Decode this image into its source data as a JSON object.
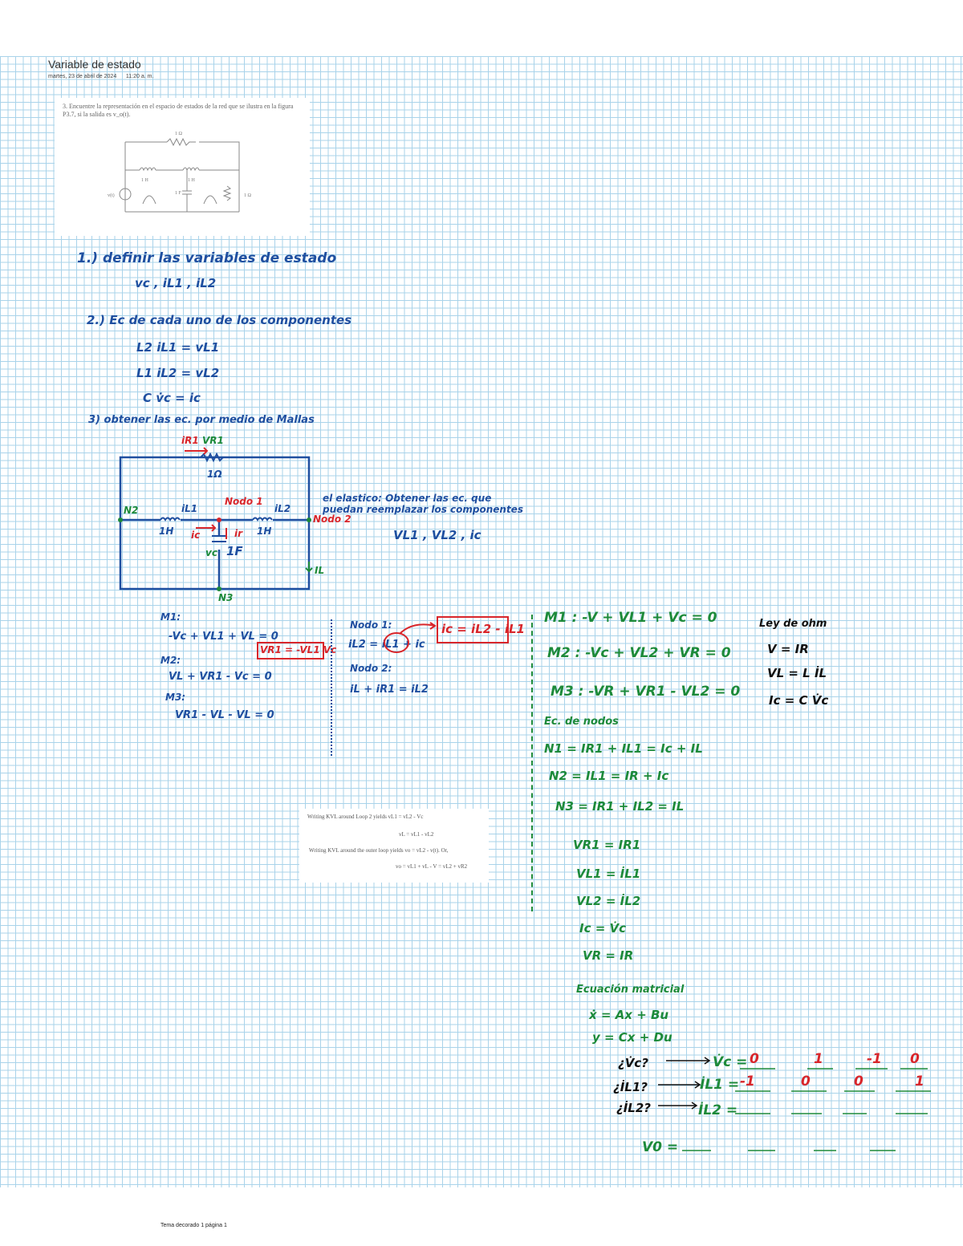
{
  "page": {
    "title": "Variable de estado",
    "date": "martes, 23 de abril de 2024",
    "time": "11:20 a. m.",
    "footer": "Tema decorado 1 página 1"
  },
  "problem": {
    "text": "3. Encuentre la representación en el espacio de estados de la red que se ilustra en la figura P3.7, si la salida es v_o(t)."
  },
  "circuit_snip": {
    "r_top": "1 Ω",
    "l1": "1 H",
    "l2": "1 H",
    "c": "1 F",
    "source": "v(t)",
    "r_right": "1 Ω"
  },
  "steps": {
    "s1": "1.) definir las variables de estado",
    "s1_vars": "vc , iL1 , iL2",
    "s2": "2.) Ec de cada uno de los componentes",
    "s2_eq1": "L2 i̇L1 = vL1",
    "s2_eq2": "L1 i̇L2 = vL2",
    "s2_eq3": "C v̇c = ic",
    "s3": "3) obtener las ec. por medio de Mallas"
  },
  "circuit_hand": {
    "top_current": "iR1",
    "top_voltage": "VR1",
    "top_res": "1Ω",
    "il1": "iL1",
    "il2": "iL2",
    "ind1": "1H",
    "ind2": "1H",
    "cap": "1F",
    "node_mid": "Nodo 1",
    "node_right": "Nodo 2",
    "node_left": "N2",
    "node_bottom": "N3",
    "ic": "ic",
    "ir": "ir",
    "vc": "vc",
    "i_right": "IL",
    "analysis": "el elastico: Obtener las ec. que puedan reemplazar los componentes",
    "vars": "VL1 , VL2 , ic"
  },
  "mallas_left": {
    "m1_title": "M1:",
    "m1_eq": "-Vc + VL1 + VL = 0",
    "boxed": "VR1 = -VL1 Vc",
    "m2_title": "M2:",
    "m2_eq": "VL + VR1 - Vc = 0",
    "m3_title": "M3:",
    "m3_eq": "VR1 - VL - VL = 0"
  },
  "nodos": {
    "n1_title": "Nodo 1:",
    "n1_eq": "iL2 = iL1 + ic",
    "n2_title": "Nodo 2:",
    "n2_eq": "iL + iR1 = iL2",
    "boxed": "ic = iL2 - iL1"
  },
  "mallas_right": {
    "m1": "M1 : -V + VL1 + Vc = 0",
    "m2": "M2 : -Vc + VL2 + VR = 0",
    "m3": "M3 : -VR + VR1 - VL2 = 0",
    "nodos_title": "Ec. de nodos",
    "n1": "N1 = IR1 + IL1 = Ic + IL",
    "n2": "N2 = IL1 = IR + Ic",
    "n3": "N3 = IR1 + IL2 = IL",
    "r1": "VR1 = IR1",
    "r2": "VL1 = İL1",
    "r3": "VL2 = İL2",
    "r4": "Ic = V̇c",
    "r5": "VR = IR"
  },
  "ohm": {
    "title": "Ley de ohm",
    "l1": "V = IR",
    "l2": "VL = L İL",
    "l3": "Ic = C V̇c"
  },
  "matrix": {
    "title": "Ecuación matricial",
    "eq1": "ẋ = Ax + Bu",
    "eq2": "y = Cx + Du",
    "q1": "¿V̇c?",
    "q2": "¿İL1?",
    "q3": "¿İL2?",
    "row1_lhs": "V̇c =",
    "row1_vals": [
      "0",
      "1",
      "-1",
      "0"
    ],
    "row2_lhs": "İL1 =",
    "row2_vals": [
      "-1",
      "0",
      "0",
      "1"
    ],
    "row3_lhs": "İL2 =",
    "out_lhs": "V0 ="
  },
  "snip2": {
    "line1": "Writing KVL around Loop 2 yields vL1 = vL2 - Vc",
    "line2": "vL = vL1 - vL2",
    "line3": "Writing KVL around the outer loop yields vo = vL2 - v(t). Or,",
    "line4": "vo = vL1 + vL - V = vL2 + vR2"
  }
}
